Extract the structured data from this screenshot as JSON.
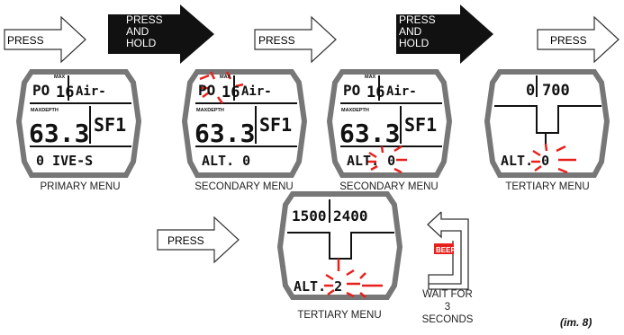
{
  "steps": [
    {
      "action": "PRESS"
    },
    {
      "action_lines": [
        "PRESS",
        "AND",
        "HOLD"
      ]
    },
    {
      "action": "PRESS"
    },
    {
      "action_lines": [
        "PRESS",
        "AND",
        "HOLD"
      ]
    },
    {
      "action": "PRESS"
    },
    {
      "action": "PRESS"
    }
  ],
  "screens": [
    {
      "caption": "PRIMARY MENU",
      "top_left": "PO",
      "top_mid": "16",
      "top_right": "Air-",
      "tag_max": "MAX",
      "tag_depth": "MAXDEPTH",
      "depth": "63.3",
      "mode": "SF1",
      "bottom": "0 IVE-S"
    },
    {
      "caption": "SECONDARY MENU",
      "top_left": "PO",
      "top_mid": "16",
      "top_right": "Air-",
      "tag_max": "MAX",
      "tag_depth": "MAXDEPTH",
      "depth": "63.3",
      "mode": "SF1",
      "bottom": "ALT. 0"
    },
    {
      "caption": "SECONDARY MENU",
      "top_left": "PO",
      "top_mid": "16",
      "top_right": "Air-",
      "tag_max": "MAX",
      "tag_depth": "MAXDEPTH",
      "depth": "63.3",
      "mode": "SF1",
      "bottom": "ALT. 0"
    },
    {
      "caption": "TERTIARY MENU",
      "top_left": "0",
      "top_right": "700",
      "bottom": "ALT. 0"
    },
    {
      "caption": "TERTIARY MENU",
      "top_left": "1500",
      "top_right": "2400",
      "bottom": "ALT. 2"
    }
  ],
  "beep": {
    "label": "BEEP",
    "caption_lines": [
      "WAIT FOR",
      "3",
      "SECONDS"
    ]
  },
  "figure_ref": "(im. 8)",
  "colors": {
    "flash": "#e8201c",
    "arrow_fill": "#111111",
    "outline": "#333333",
    "screen_border": "#777777"
  }
}
